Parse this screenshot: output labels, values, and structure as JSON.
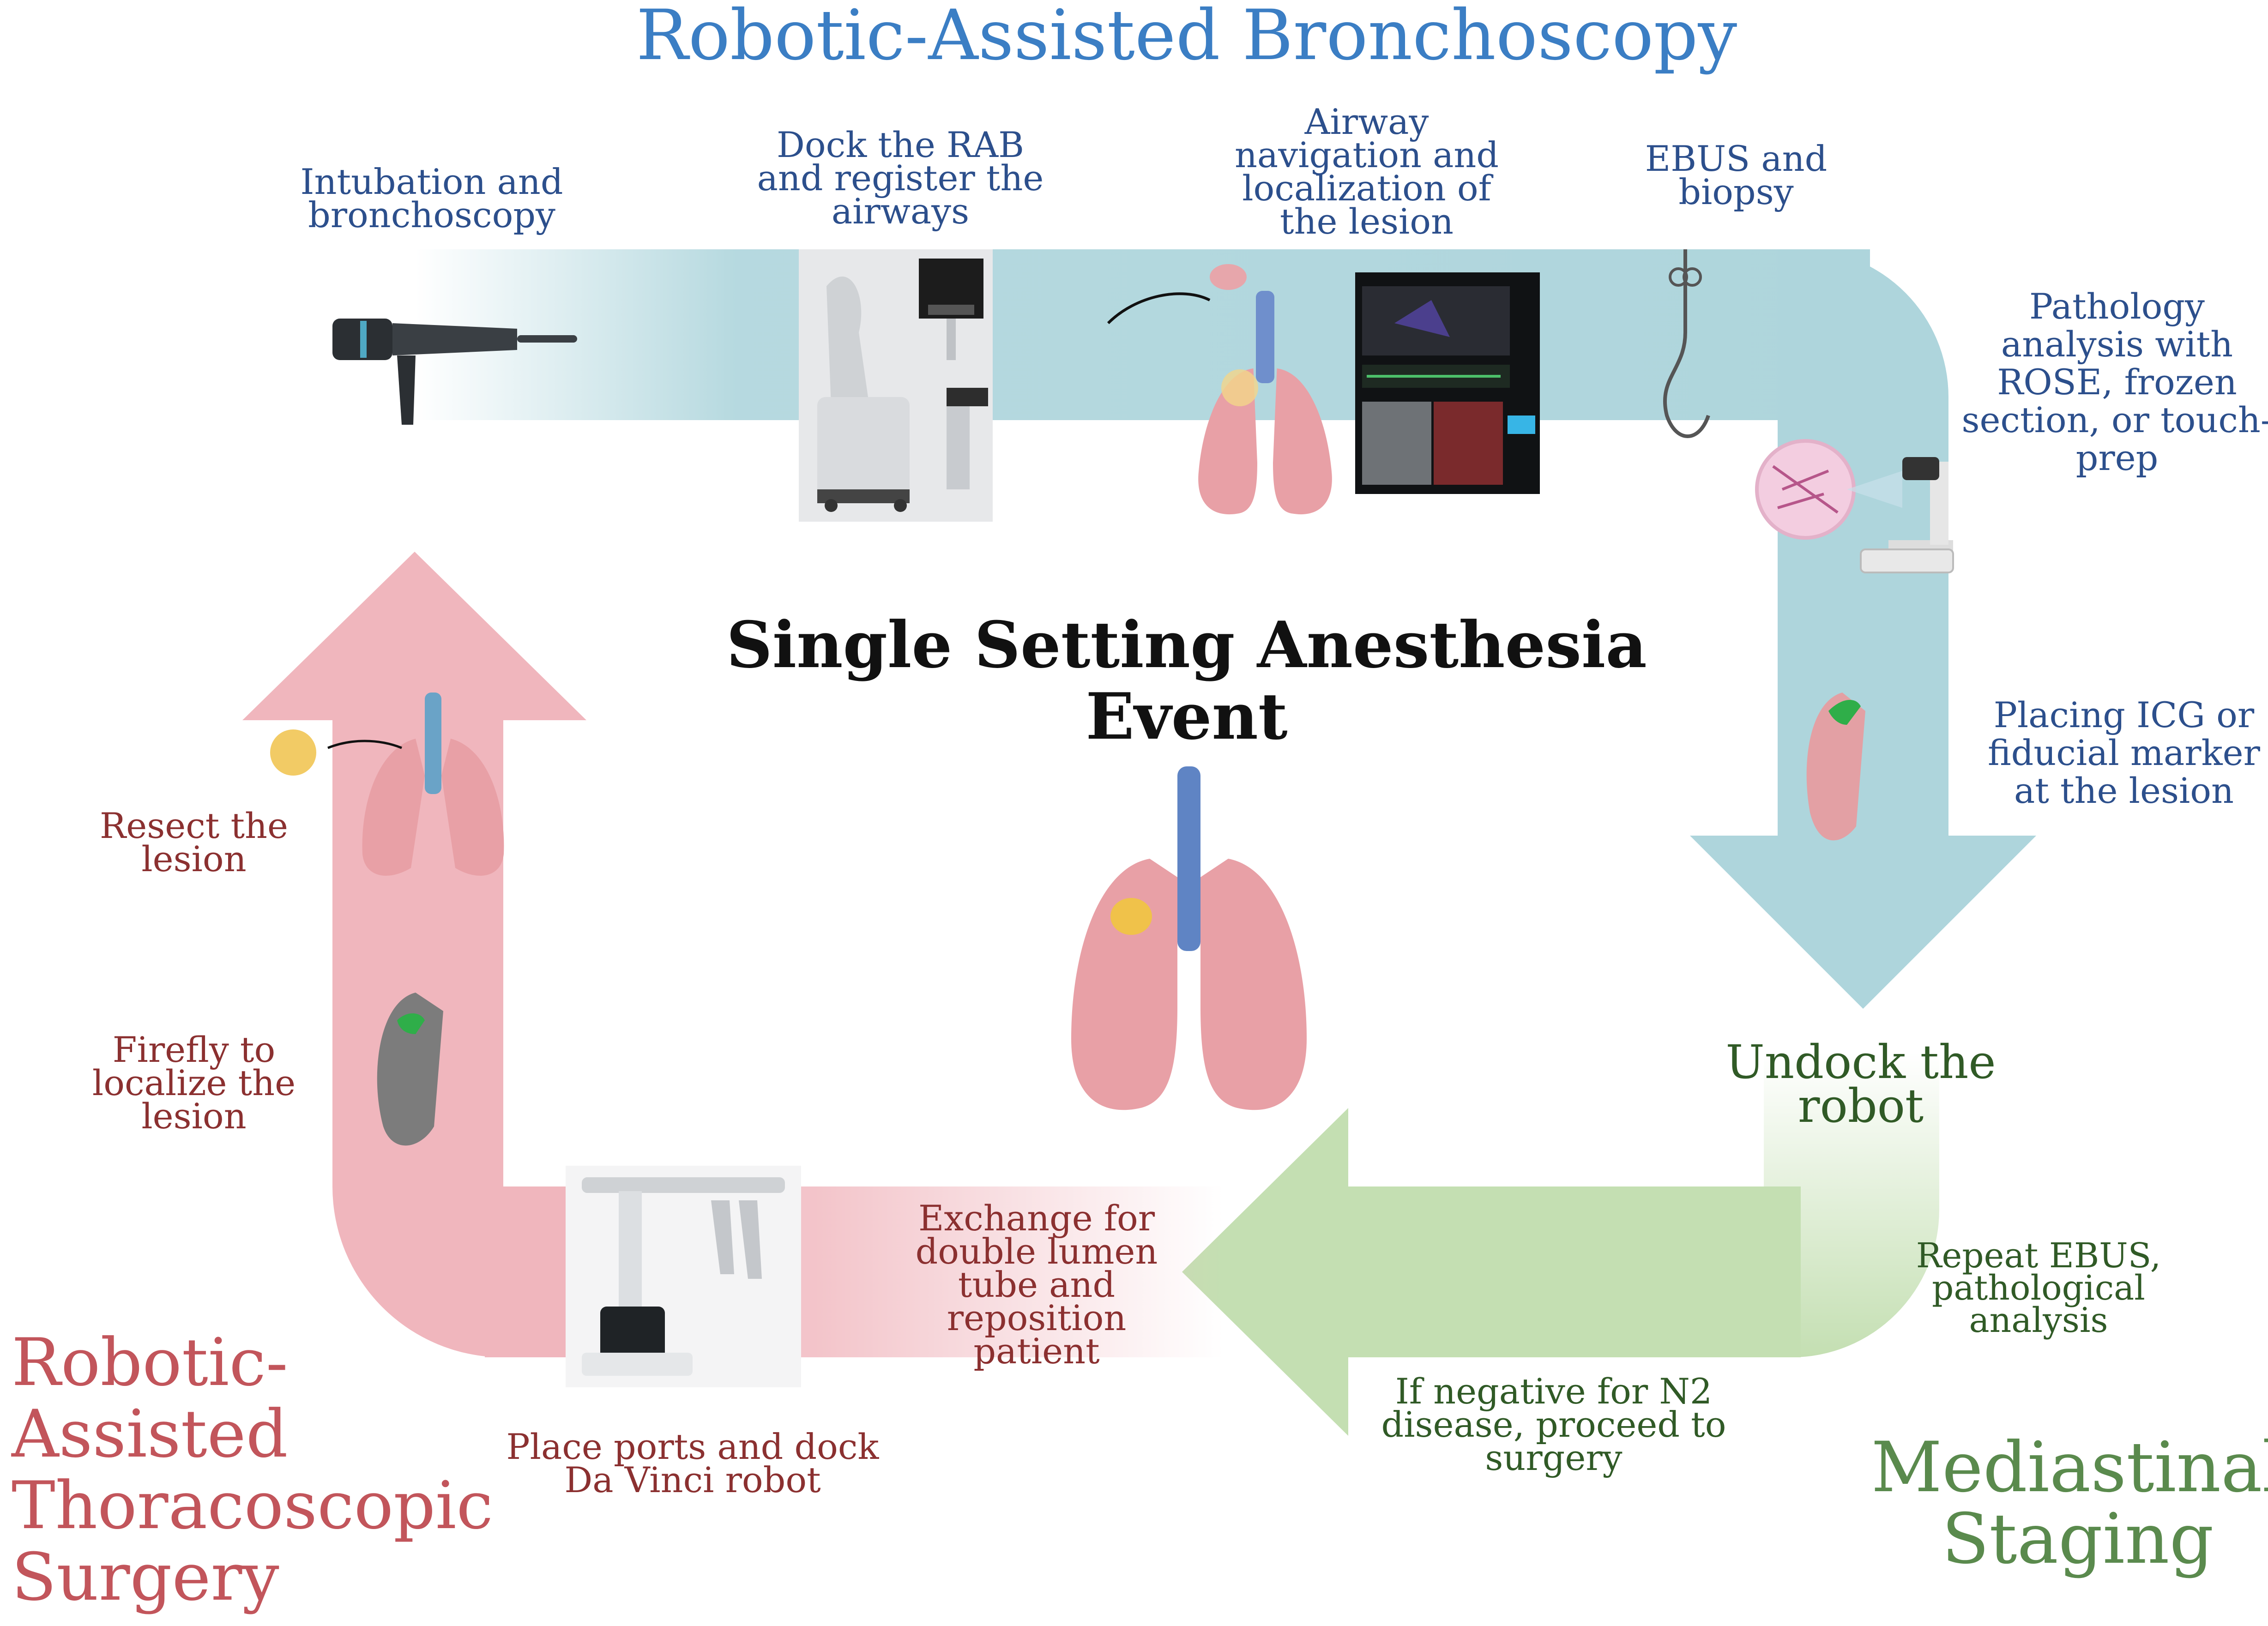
{
  "titles": {
    "rab": "Robotic-Assisted Bronchoscopy",
    "rats": [
      "Robotic-",
      "Assisted",
      "Thoracoscopic",
      "Surgery"
    ],
    "staging": [
      "Mediastinal",
      "Staging"
    ],
    "center": [
      "Single Setting Anesthesia",
      "Event"
    ]
  },
  "steps": {
    "intubation": [
      "Intubation and",
      "bronchoscopy"
    ],
    "dock": [
      "Dock the RAB",
      "and register the",
      "airways"
    ],
    "navigation": [
      "Airway",
      "navigation and",
      "localization of",
      "the lesion"
    ],
    "ebus": [
      "EBUS and",
      "biopsy"
    ],
    "pathology": [
      "Pathology",
      "analysis with",
      "ROSE, frozen",
      "section, or touch-",
      "prep"
    ],
    "icg": [
      "Placing ICG or",
      "fiducial marker",
      "at the lesion"
    ],
    "undock": [
      "Undock the",
      "robot"
    ],
    "repeat": [
      "Repeat EBUS,",
      "pathological",
      "analysis"
    ],
    "negative": [
      "If negative for N2",
      "disease, proceed to",
      "surgery"
    ],
    "exchange": [
      "Exchange for",
      "double lumen",
      "tube and",
      "reposition",
      "patient"
    ],
    "ports": [
      "Place ports and dock",
      "Da Vinci robot"
    ],
    "firefly": [
      "Firefly to",
      "localize the",
      "lesion"
    ],
    "resect": [
      "Resect the",
      "lesion"
    ]
  },
  "colors": {
    "blue_arrow": "#aed5dc",
    "green_arrow": "#c4dfb2",
    "red_arrow": "#f0b6bd",
    "lung": "#e8a0a6",
    "trachea": "#5f84c4",
    "tumor": "#f0c24a",
    "marker": "#2fae49"
  },
  "icons": [
    "bronchoscope-icon",
    "rab-robot-icon",
    "navigation-lung-icon",
    "navigation-screen-icon",
    "biopsy-forceps-icon",
    "microscope-icon",
    "lung-marker-icon",
    "center-lungs-icon",
    "davinci-robot-icon",
    "firefly-lung-icon",
    "resection-lungs-icon",
    "resected-tumor-icon"
  ]
}
